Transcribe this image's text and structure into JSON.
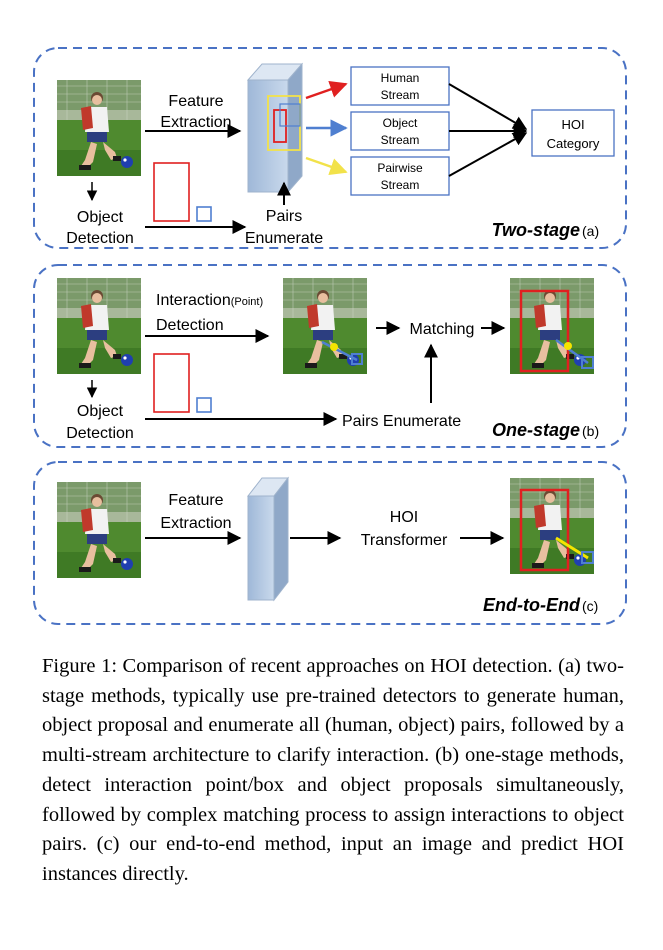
{
  "panels": {
    "two_stage": {
      "feature_line1": "Feature",
      "feature_line2": "Extraction",
      "obj_det_line1": "Object",
      "obj_det_line2": "Detection",
      "pairs_line1": "Pairs",
      "pairs_line2": "Enumerate",
      "human_stream_line1": "Human",
      "human_stream_line2": "Stream",
      "object_stream_line1": "Object",
      "object_stream_line2": "Stream",
      "pairwise_stream_line1": "Pairwise",
      "pairwise_stream_line2": "Stream",
      "hoi_line1": "HOI",
      "hoi_line2": "Category",
      "stage_label": "Two-stage",
      "stage_tag": "(a)"
    },
    "one_stage": {
      "interaction_main": "Interaction",
      "interaction_sub": "(Point)",
      "detection": "Detection",
      "matching": "Matching",
      "obj_det_line1": "Object",
      "obj_det_line2": "Detection",
      "pairs_enumerate": "Pairs  Enumerate",
      "stage_label": "One-stage",
      "stage_tag": "(b)"
    },
    "end_to_end": {
      "feature_line1": "Feature",
      "feature_line2": "Extraction",
      "transformer_line1": "HOI",
      "transformer_line2": "Transformer",
      "stage_label": "End-to-End",
      "stage_tag": "(c)"
    }
  },
  "colors": {
    "panel_border": "#4a72c4",
    "human_arrow": "#e02020",
    "object_arrow": "#4f7fd0",
    "pairwise_arrow": "#f2e24a",
    "feature_box": "#b8cce4",
    "bbox_red": "#e02020",
    "bbox_blue": "#4f7fd0",
    "interaction_point": "#f5e400"
  },
  "caption": "Figure 1: Comparison of recent approaches on HOI detection. (a) two-stage methods, typically use pre-trained detectors to generate human, object proposal and enumerate all (human, object) pairs, followed by a multi-stream architecture to clarify interaction. (b) one-stage methods, detect interaction point/box and object proposals simultaneously, followed by complex matching process to assign interactions to object pairs. (c) our end-to-end method, input an image and predict HOI instances directly."
}
